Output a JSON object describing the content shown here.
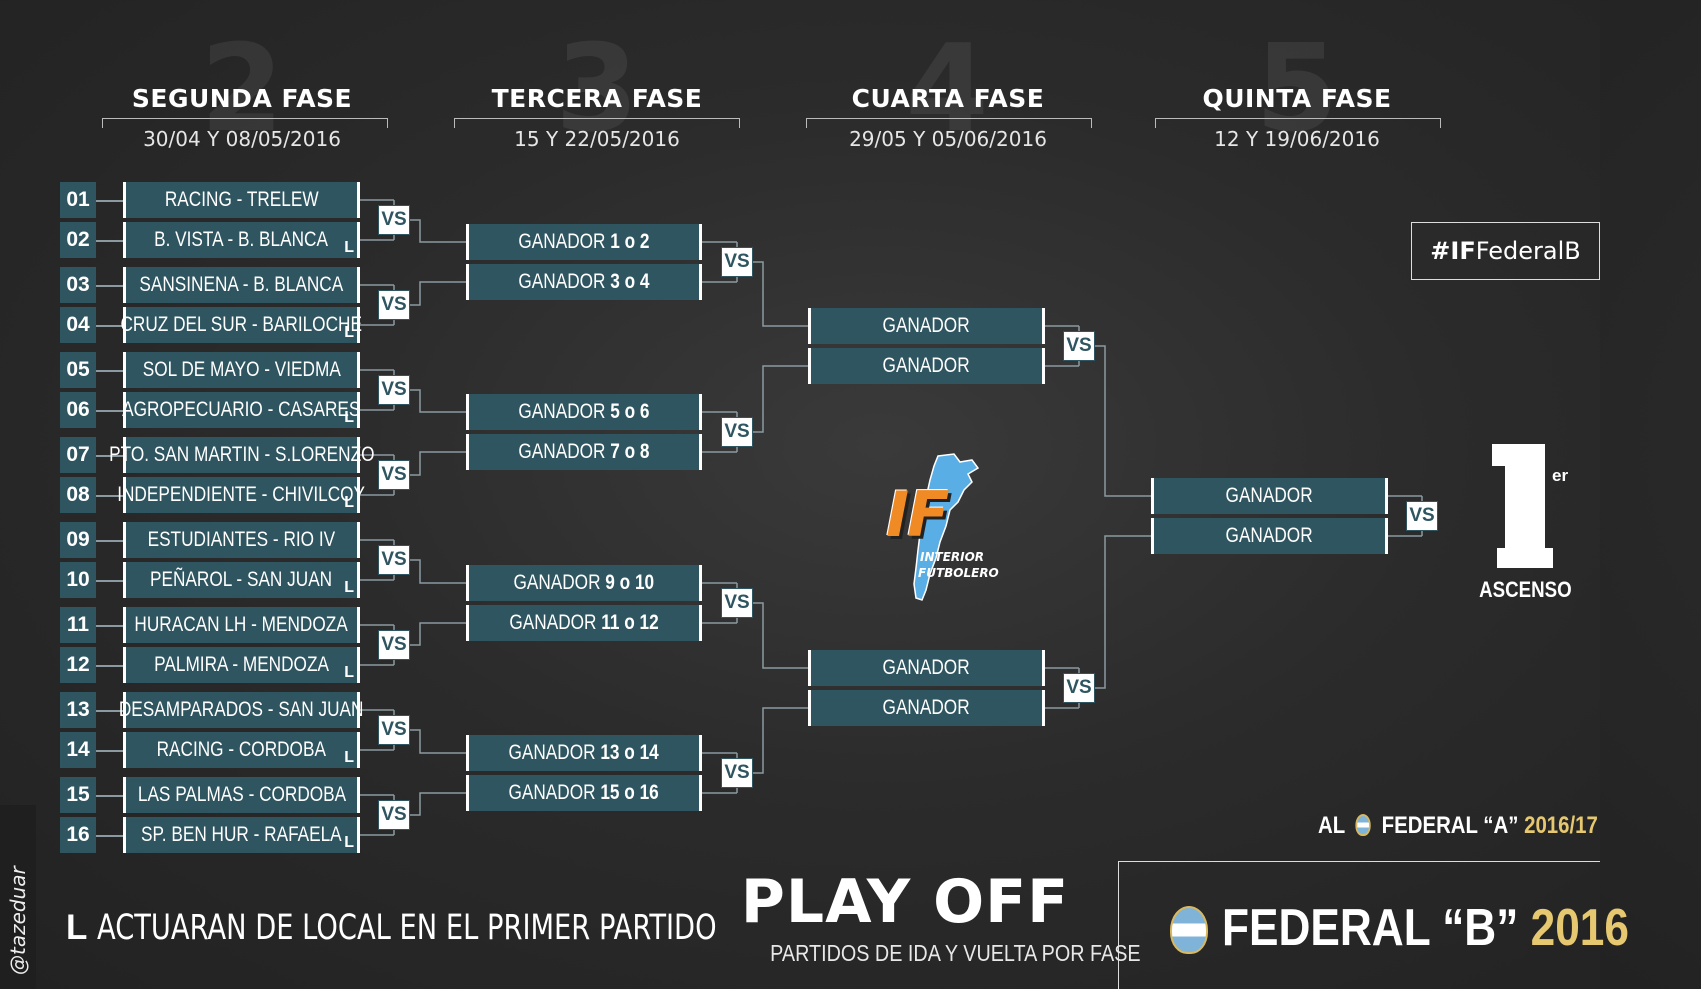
{
  "phases": [
    {
      "num": "2",
      "title": "SEGUNDA FASE",
      "date": "30/04 Y 08/05/2016"
    },
    {
      "num": "3",
      "title": "TERCERA FASE",
      "date": "15 Y 22/05/2016"
    },
    {
      "num": "4",
      "title": "CUARTA FASE",
      "date": "29/05 Y 05/06/2016"
    },
    {
      "num": "5",
      "title": "QUINTA FASE",
      "date": "12 Y 19/06/2016"
    }
  ],
  "round2": [
    {
      "num": "01",
      "match": "RACING - TRELEW",
      "local": ""
    },
    {
      "num": "02",
      "match": "B. VISTA - B. BLANCA",
      "local": "L"
    },
    {
      "num": "03",
      "match": "SANSINENA - B. BLANCA",
      "local": ""
    },
    {
      "num": "04",
      "match": "CRUZ DEL SUR - BARILOCHE",
      "local": "L"
    },
    {
      "num": "05",
      "match": "SOL DE MAYO - VIEDMA",
      "local": ""
    },
    {
      "num": "06",
      "match": "AGROPECUARIO - CASARES",
      "local": "L"
    },
    {
      "num": "07",
      "match": "PTO. SAN MARTIN - S.LORENZO",
      "local": ""
    },
    {
      "num": "08",
      "match": "INDEPENDIENTE - CHIVILCOY",
      "local": "L"
    },
    {
      "num": "09",
      "match": "ESTUDIANTES  - RIO IV",
      "local": ""
    },
    {
      "num": "10",
      "match": "PEÑAROL - SAN JUAN",
      "local": "L"
    },
    {
      "num": "11",
      "match": "HURACAN LH - MENDOZA",
      "local": ""
    },
    {
      "num": "12",
      "match": "PALMIRA - MENDOZA",
      "local": "L"
    },
    {
      "num": "13",
      "match": "DESAMPARADOS - SAN JUAN",
      "local": ""
    },
    {
      "num": "14",
      "match": "RACING - CORDOBA",
      "local": "L"
    },
    {
      "num": "15",
      "match": "LAS PALMAS - CORDOBA",
      "local": ""
    },
    {
      "num": "16",
      "match": "SP. BEN HUR - RAFAELA",
      "local": "L"
    }
  ],
  "round3": [
    {
      "prefix": "GANADOR ",
      "a": "1",
      "o": " o ",
      "b": "2"
    },
    {
      "prefix": "GANADOR ",
      "a": "3",
      "o": " o ",
      "b": "4"
    },
    {
      "prefix": "GANADOR ",
      "a": "5",
      "o": " o ",
      "b": "6"
    },
    {
      "prefix": "GANADOR ",
      "a": "7",
      "o": " o ",
      "b": "8"
    },
    {
      "prefix": "GANADOR ",
      "a": "9",
      "o": " o ",
      "b": "10"
    },
    {
      "prefix": "GANADOR ",
      "a": "11",
      "o": " o ",
      "b": "12"
    },
    {
      "prefix": "GANADOR ",
      "a": "13",
      "o": " o ",
      "b": "14"
    },
    {
      "prefix": "GANADOR ",
      "a": "15",
      "o": " o ",
      "b": "16"
    }
  ],
  "round4": [
    "GANADOR",
    "GANADOR",
    "GANADOR",
    "GANADOR"
  ],
  "round5": [
    "GANADOR",
    "GANADOR"
  ],
  "vs_label": "VS",
  "hashtag": {
    "bold": "#IF",
    "rest": "FederalB"
  },
  "promotion": {
    "number": "1",
    "suffix": "er",
    "label": "ASCENSO"
  },
  "logo": {
    "line1": "INTERIOR",
    "line2": "FUTBOLERO",
    "mark": "IF"
  },
  "legend": {
    "letter": "L",
    "text": "ACTUARAN DE LOCAL EN EL PRIMER PARTIDO"
  },
  "playoff": {
    "title": "PLAY OFF",
    "subtitle": "PARTIDOS DE IDA Y VUELTA POR FASE"
  },
  "al_federal": {
    "al": "AL",
    "name": "FEDERAL “A”",
    "season": "2016/17"
  },
  "federal_b": {
    "name": "FEDERAL “B”",
    "year": "2016"
  },
  "credit": "@tazeduar",
  "colors": {
    "box": "#2e5560",
    "gold": "#e6c870",
    "map": "#5aaee6",
    "logo_orange": "#f08a24"
  }
}
